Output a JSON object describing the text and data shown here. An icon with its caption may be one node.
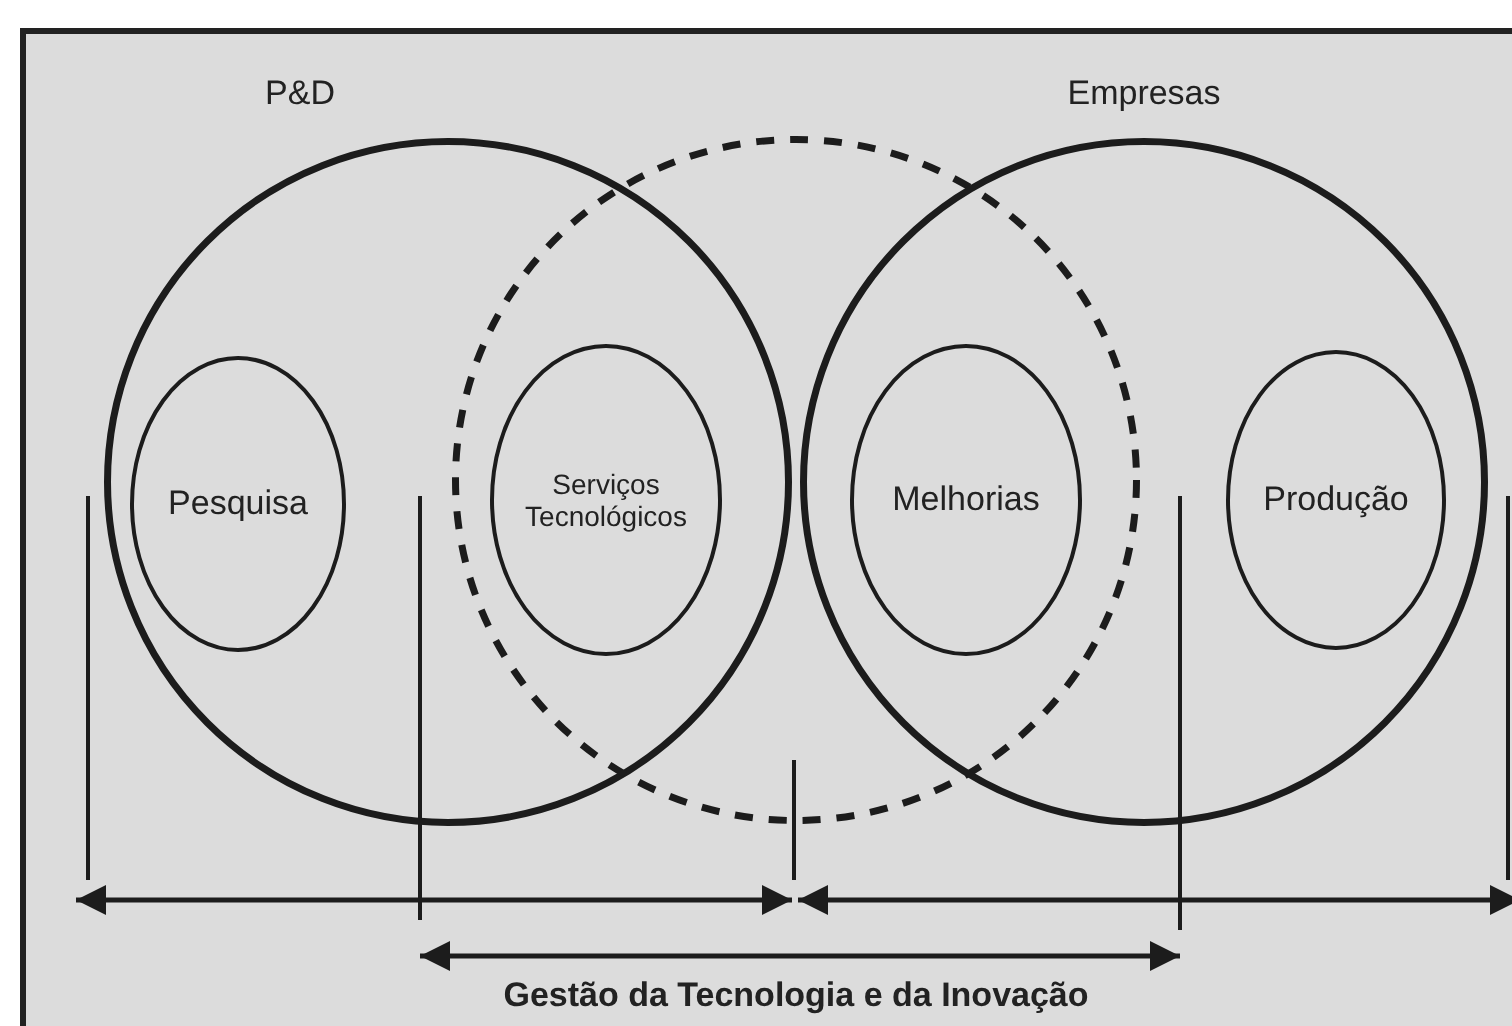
{
  "diagram": {
    "nodes": [
      {
        "text": [
          "P&D"
        ]
      },
      {
        "text": [],
        "shape": "circle"
      },
      {
        "text": [
          "Empresas"
        ]
      },
      {
        "text": [
          "Pesquisa"
        ],
        "in": 0
      },
      {
        "text": [
          "Serviços Tecnológicos"
        ]
      },
      {
        "text": [
          "Melhorias"
        ]
      },
      {
        "text": [
          "Produção"
        ],
        "in": 2
      }
    ],
    "labels": [
      "Gestão da Tecnologia e da Inovação"
    ]
  }
}
